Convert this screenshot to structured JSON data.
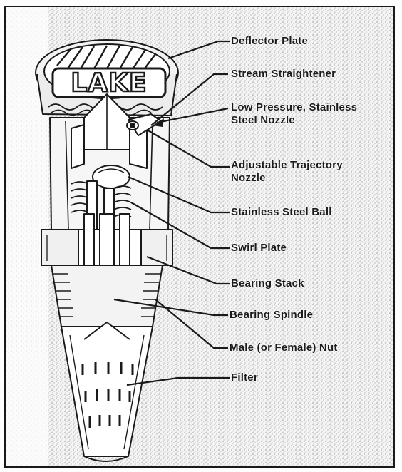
{
  "diagram": {
    "logo_text": "LAKE",
    "callouts": [
      {
        "id": "deflector-plate",
        "lines": [
          "Deflector Plate"
        ]
      },
      {
        "id": "stream-straightener",
        "lines": [
          "Stream Straightener"
        ]
      },
      {
        "id": "low-pressure-nozzle",
        "lines": [
          "Low Pressure, Stainless",
          "Steel Nozzle"
        ]
      },
      {
        "id": "adjustable-nozzle",
        "lines": [
          "Adjustable Trajectory",
          "Nozzle"
        ]
      },
      {
        "id": "stainless-ball",
        "lines": [
          "Stainless Steel Ball"
        ]
      },
      {
        "id": "swirl-plate",
        "lines": [
          "Swirl Plate"
        ]
      },
      {
        "id": "bearing-stack",
        "lines": [
          "Bearing Stack"
        ]
      },
      {
        "id": "bearing-spindle",
        "lines": [
          "Bearing Spindle"
        ]
      },
      {
        "id": "male-nut",
        "lines": [
          "Male (or Female) Nut"
        ]
      },
      {
        "id": "filter",
        "lines": [
          "Filter"
        ]
      }
    ]
  },
  "colors": {
    "ink": "#1a1a1a",
    "stipple": "#bdbdbd",
    "part_fill": "#fafafa"
  }
}
